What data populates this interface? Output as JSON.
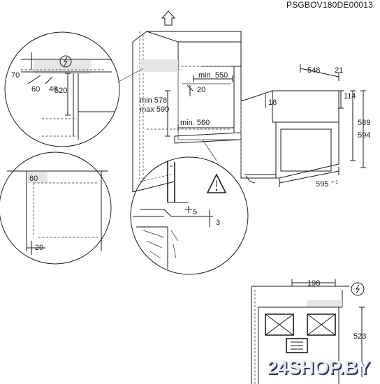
{
  "product_code": "PSGBOV180DE00013",
  "watermark": "24SHOP.BY",
  "icons": {
    "up_arrow": "arrow-up-icon",
    "power_plug_top": "electric-plug-icon",
    "power_plug_bottom": "electric-plug-icon",
    "warning": "warning-triangle-icon"
  },
  "cabinet_dims": {
    "min_550": "min. 550",
    "d20": "20",
    "min_578": "min 578",
    "max_590": "max 590",
    "min_560": "min. 560"
  },
  "detail_top_left": {
    "d70": "70",
    "d60": "60",
    "d40": "40",
    "d520": "520"
  },
  "detail_bottom_left": {
    "d60": "60",
    "d20": "20"
  },
  "detail_bottom_center": {
    "d5": "5",
    "d3": "3"
  },
  "oven_dims": {
    "d548": "548",
    "d21": "21",
    "d114": "114",
    "d18": "18",
    "d589": "589",
    "d594": "594",
    "d595": "595",
    "tol": "+-1"
  },
  "plan_view": {
    "d198": "198",
    "d523": "523"
  }
}
